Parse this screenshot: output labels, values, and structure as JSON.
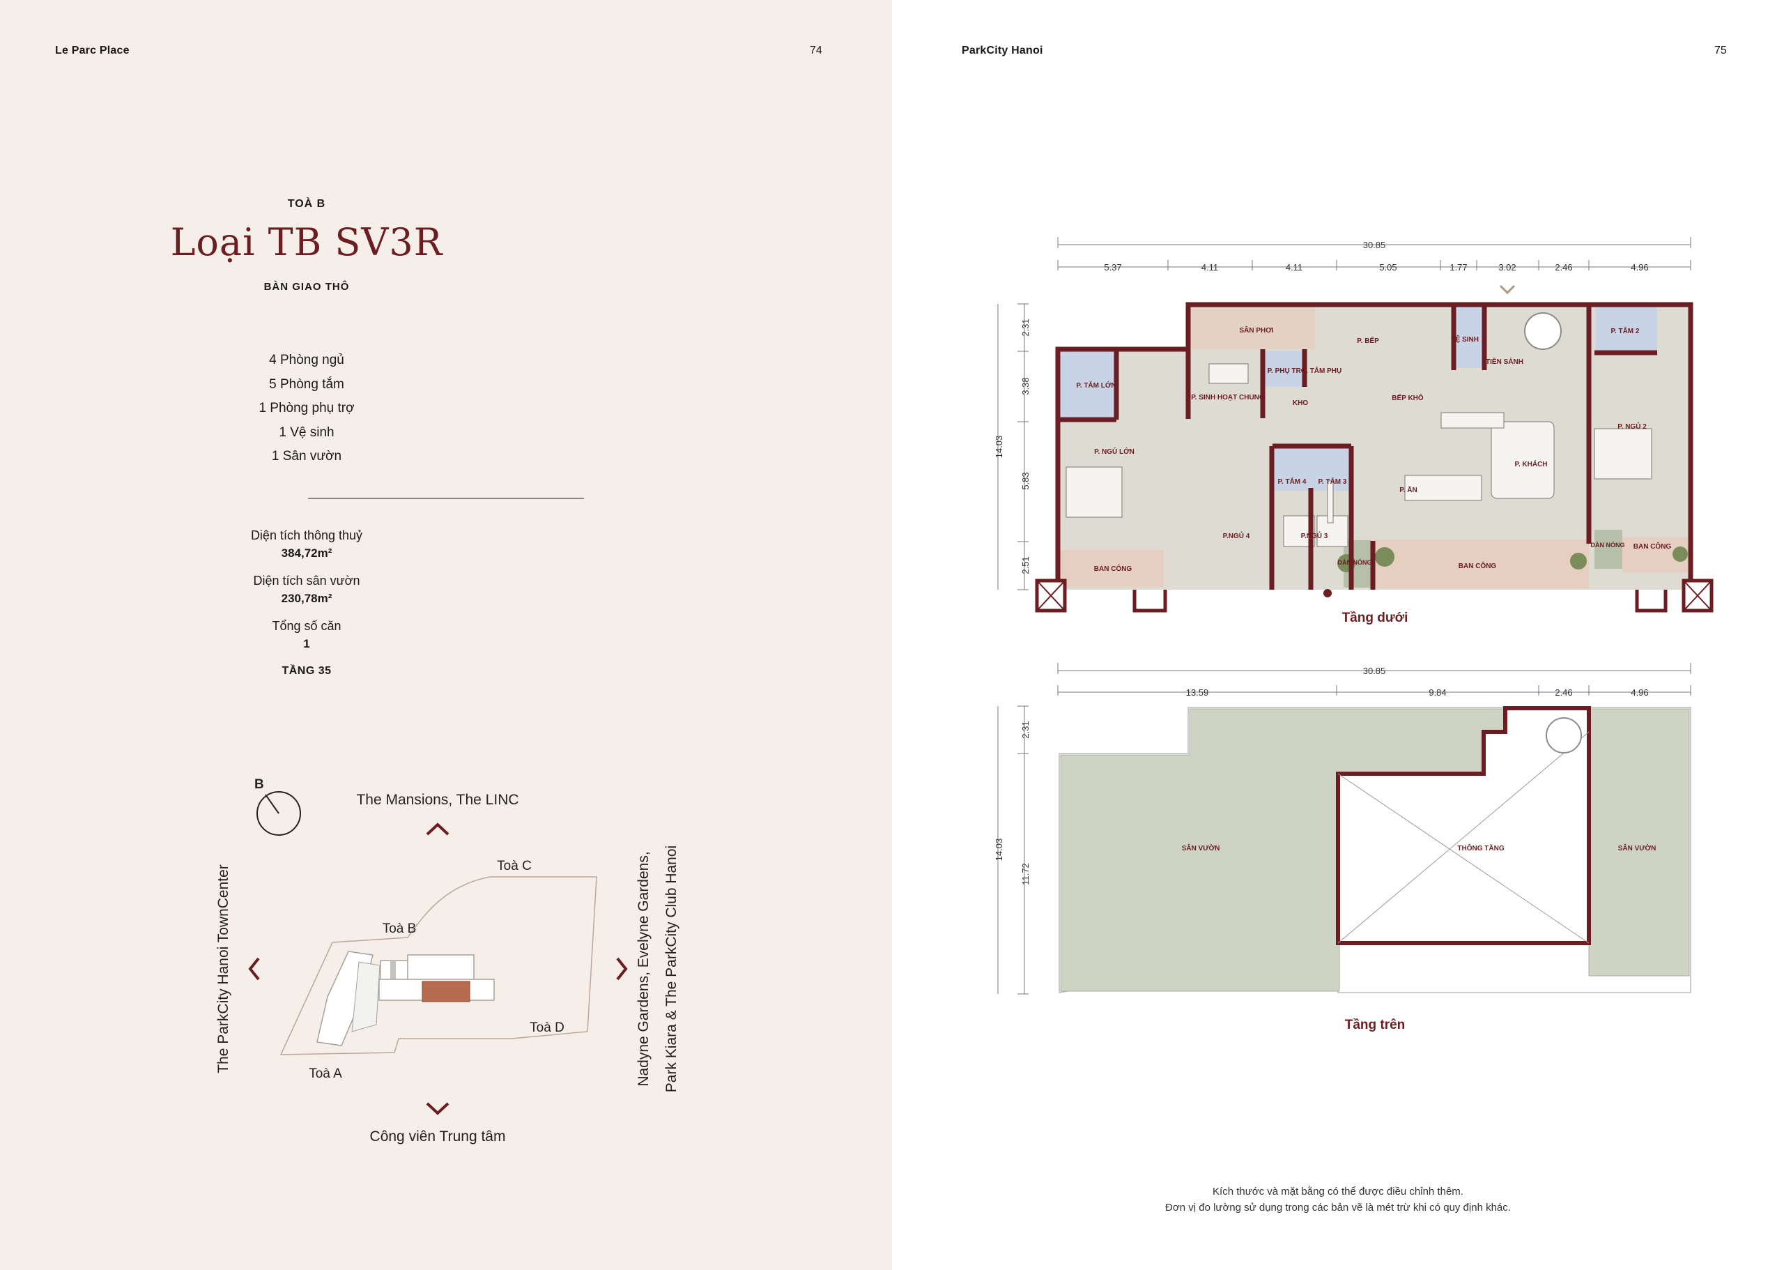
{
  "left_page": {
    "project": "Le Parc Place",
    "page_number": "74",
    "building": "TOÀ B",
    "unit_type": "Loại TB SV3R",
    "handover": "BÀN GIAO THÔ",
    "rooms": [
      "4 Phòng ngủ",
      "5 Phòng tắm",
      "1 Phòng phụ trợ",
      "1 Vệ sinh",
      "1 Sân vườn"
    ],
    "stats": [
      {
        "label": "Diện tích thông thuỷ",
        "value": "384,72m²"
      },
      {
        "label": "Diện tích sân vườn",
        "value": "230,78m²"
      },
      {
        "label": "Tổng số căn",
        "value": "1"
      }
    ],
    "floor": "TẦNG 35",
    "key_plan": {
      "compass_label": "B",
      "north": "The Mansions, The LINC",
      "south": "Công viên Trung tâm",
      "west": "The ParkCity Hanoi TownCenter",
      "east_line1": "Nadyne Gardens, Evelyne Gardens,",
      "east_line2": "Park Kiara & The ParkCity Club Hanoi",
      "towers": [
        "Toà A",
        "Toà B",
        "Toà C",
        "Toà D"
      ],
      "highlight_color": "#b86b4e"
    }
  },
  "right_page": {
    "project": "ParkCity Hanoi",
    "page_number": "75",
    "lower_floor": {
      "title": "Tầng dưới",
      "total_width": "30.85",
      "top_dims": [
        "5.37",
        "4.11",
        "4.11",
        "5.05",
        "1.77",
        "3.02",
        "2.46",
        "4.96"
      ],
      "total_depth": "14.03",
      "side_dims": [
        "2.31",
        "3.38",
        "5.83",
        "2.51"
      ],
      "rooms": [
        "SÂN PHƠI",
        "P. BẾP",
        "VỆ SINH",
        "TIỀN SẢNH",
        "P. TẮM 2",
        "P. TẮM LỚN",
        "P. SINH HOẠT CHUNG",
        "P. PHỤ TRỢ",
        "P. TẮM PHỤ",
        "KHO",
        "BẾP KHÔ",
        "P. NGỦ LỚN",
        "P. TẮM 4",
        "P. TẮM 3",
        "P. ĂN",
        "P. KHÁCH",
        "P. NGỦ 2",
        "P.NGỦ 4",
        "P.NGỦ 3",
        "BAN CÔNG",
        "DÀN NÓNG",
        "BAN CÔNG",
        "DÀN NÓNG",
        "BAN CÔNG"
      ]
    },
    "upper_floor": {
      "title": "Tầng trên",
      "total_width": "30.85",
      "top_dims": [
        "13.59",
        "9.84",
        "2.46",
        "4.96"
      ],
      "total_depth": "14.03",
      "side_dims": [
        "2.31",
        "11.72"
      ],
      "rooms": [
        "SÂN VƯỜN",
        "THÔNG TẦNG",
        "SÂN VƯỜN"
      ]
    },
    "notes": [
      "Kích thước và mặt bằng có thể được điều chỉnh thêm.",
      "Đơn vị đo lường sử dụng trong các bản vẽ là mét trừ khi có quy định khác."
    ],
    "colors": {
      "wall": "#6b1d22",
      "floor": "#dedbd3",
      "garden": "#cfd3c4",
      "bath": "#c9d3e6",
      "balcony": "#e6cfc0"
    }
  }
}
